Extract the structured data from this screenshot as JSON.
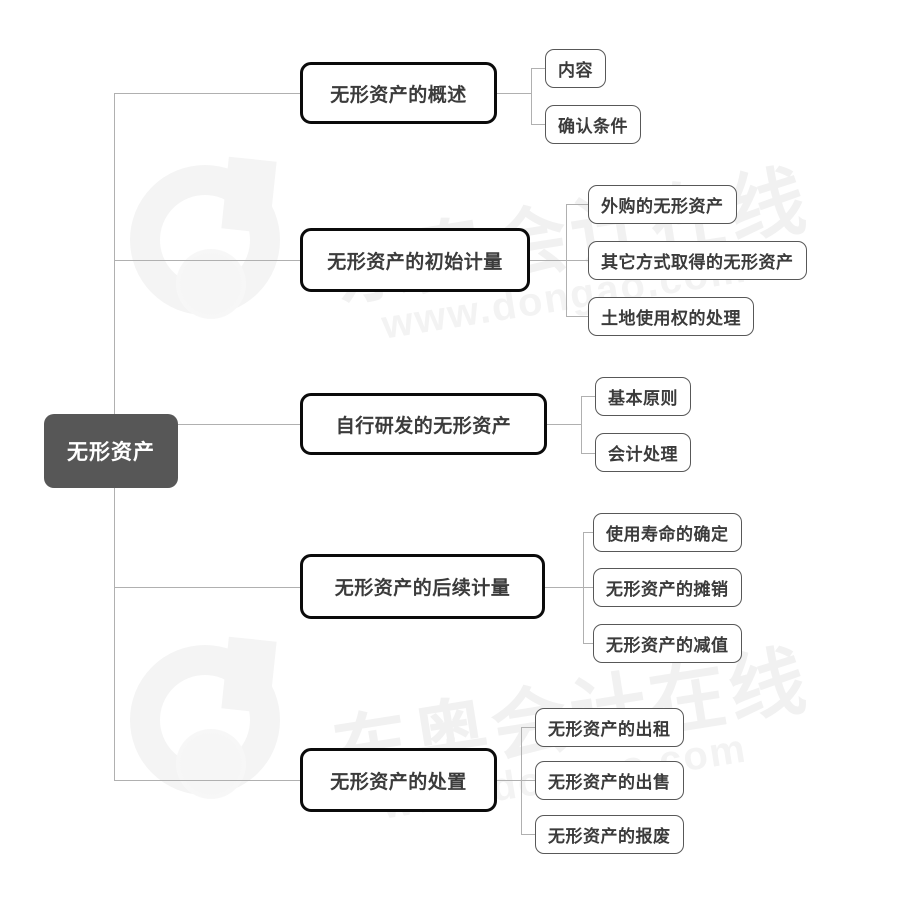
{
  "diagram": {
    "type": "mind-map",
    "root": {
      "label": "无形资产"
    },
    "branches": [
      {
        "label": "无形资产的概述",
        "children": [
          {
            "label": "内容"
          },
          {
            "label": "确认条件"
          }
        ]
      },
      {
        "label": "无形资产的初始计量",
        "children": [
          {
            "label": "外购的无形资产"
          },
          {
            "label": "其它方式取得的无形资产"
          },
          {
            "label": "土地使用权的处理"
          }
        ]
      },
      {
        "label": "自行研发的无形资产",
        "children": [
          {
            "label": "基本原则"
          },
          {
            "label": "会计处理"
          }
        ]
      },
      {
        "label": "无形资产的后续计量",
        "children": [
          {
            "label": "使用寿命的确定"
          },
          {
            "label": "无形资产的摊销"
          },
          {
            "label": "无形资产的减值"
          }
        ]
      },
      {
        "label": "无形资产的处置",
        "children": [
          {
            "label": "无形资产的出租"
          },
          {
            "label": "无形资产的出售"
          },
          {
            "label": "无形资产的报废"
          }
        ]
      }
    ]
  },
  "watermarks": [
    {
      "text": "东奥会计在线",
      "url": "www.dongao.com"
    },
    {
      "text": "东奥会计在线",
      "url": "www.dongao.com"
    }
  ],
  "colors": {
    "root_fill": "#575757",
    "root_text": "#ffffff",
    "level1_border": "#0b0b0b",
    "leaf_border": "#585858",
    "connector": "#b0b0b0",
    "text": "#3b3b3b",
    "watermark": "#f1f1f1",
    "background": "#ffffff"
  }
}
